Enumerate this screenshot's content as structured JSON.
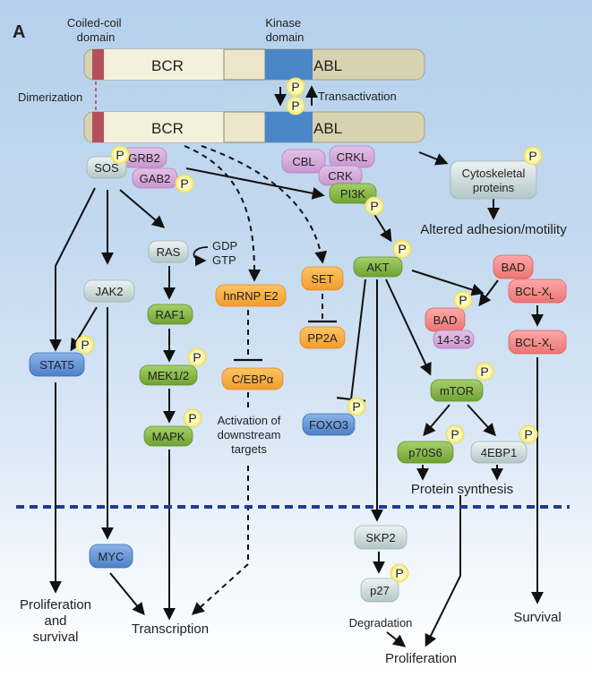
{
  "panel_label": "A",
  "colors": {
    "fusion_bar": "#d7d2b0",
    "fusion_bcr": "#f4f0dc",
    "coiled_coil": "#b4505e",
    "kinase": "#4a86c8",
    "phospho": "#fff6a0",
    "purple": "#d7b0dc",
    "green": "#86b848",
    "gray": "#cfdcdc",
    "orange": "#f7b04a",
    "blue": "#6a9ad6",
    "red": "#f28a8a",
    "membrane": "#203c96",
    "arrow": "#111111"
  },
  "domains": {
    "coiled_coil": "Coiled-coil\ndomain",
    "kinase": "Kinase\ndomain",
    "dimerization": "Dimerization",
    "transactivation": "Transactivation"
  },
  "fusion": [
    {
      "bcr": "BCR",
      "abl": "ABL"
    },
    {
      "bcr": "BCR",
      "abl": "ABL"
    }
  ],
  "phospho_label": "P",
  "nodes": {
    "grb2": "GRB2",
    "sos": "SOS",
    "gab2": "GAB2",
    "cbl": "CBL",
    "crkl": "CRKL",
    "crk": "CRK",
    "pi3k": "PI3K",
    "cytoskeletal": "Cytoskeletal\nproteins",
    "ras": "RAS",
    "gdp": "GDP",
    "gtp": "GTP",
    "jak2": "JAK2",
    "raf1": "RAF1",
    "hnrnp": "hnRNP E2",
    "set": "SET",
    "akt": "AKT",
    "bad": "BAD",
    "bclxl": "BCL-X",
    "bclxl_sub": "L",
    "bad_p": "BAD",
    "1433": "14-3-3",
    "bclxl2": "BCL-X",
    "stat5": "STAT5",
    "mek": "MEK1/2",
    "cebpa": "C/EBPα",
    "pp2a": "PP2A",
    "mtor": "mTOR",
    "foxo3": "FOXO3",
    "mapk": "MAPK",
    "p70s6": "p70S6",
    "4ebp1": "4EBP1",
    "myc": "MYC",
    "skp2": "SKP2",
    "p27": "p27"
  },
  "outcomes": {
    "altered_adhesion": "Altered adhesion/motility",
    "activation_downstream": "Activation of\ndownstream\ntargets",
    "protein_synthesis": "Protein synthesis",
    "proliferation_survival": "Proliferation\nand\nsurvival",
    "transcription": "Transcription",
    "degradation": "Degradation",
    "proliferation": "Proliferation",
    "survival": "Survival"
  }
}
